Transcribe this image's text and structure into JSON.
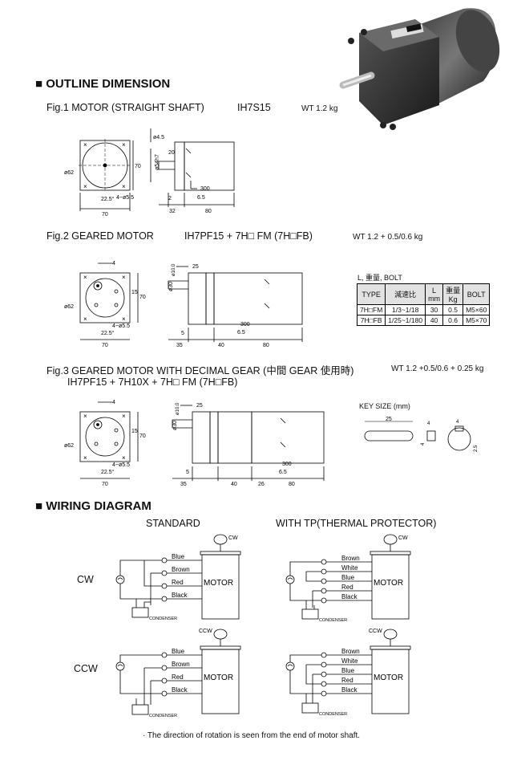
{
  "sections": {
    "outline": "■ OUTLINE DIMENSION",
    "wiring": "■ WIRING DIAGRAM"
  },
  "fig1": {
    "title": "Fig.1 MOTOR (STRAIGHT SHAFT)",
    "model": "IH7S15",
    "weight": "WT 1.2 kg",
    "dims": {
      "d62": "ø62",
      "w70": "70",
      "h70": "70",
      "bolt": "4−ø5.5",
      "ang": "22.5°",
      "shaft": "ø54h7",
      "d2": "2",
      "d32": "32",
      "d80": "80",
      "l20": "20",
      "l300": "300",
      "l65": "6.5",
      "phi": "ø4.5"
    }
  },
  "fig2": {
    "title": "Fig.2 GEARED MOTOR",
    "model": "IH7PF15 + 7H□ FM (7H□FB)",
    "weight": "WT 1.2 + 0.5/0.6 kg",
    "dims": {
      "d62": "ø62",
      "w70": "70",
      "h70": "70",
      "bolt": "4−ø5.5",
      "ang": "22.5°",
      "four": "4",
      "fifteen": "15",
      "l25": "25",
      "d30": "ø30",
      "d10": "ø10.0",
      "l5": "5",
      "l35": "35",
      "l40": "40",
      "l80": "80",
      "l300": "300",
      "l65": "6.5"
    }
  },
  "fig3": {
    "title": "Fig.3 GEARED MOTOR WITH DECIMAL GEAR (中間 GEAR 使用時)",
    "model": "IH7PF15 + 7H10X + 7H□ FM (7H□FB)",
    "weight": "WT  1.2 +0.5/0.6 + 0.25 kg",
    "dims": {
      "d62": "ø62",
      "w70": "70",
      "h70": "70",
      "bolt": "4−ø5.5",
      "ang": "22.5°",
      "four": "4",
      "fifteen": "15",
      "l25": "25",
      "d30": "ø30",
      "d10": "ø10.0",
      "l5": "5",
      "l35": "35",
      "l40": "40",
      "l26": "26",
      "l80": "80",
      "l300": "300",
      "l65": "6.5"
    }
  },
  "bolt_table": {
    "caption": "L, 重量, BOLT",
    "headers": [
      "TYPE",
      "減速比",
      "L\nmm",
      "重量\nKg",
      "BOLT"
    ],
    "rows": [
      [
        "7H□FM",
        "1/3~1/18",
        "30",
        "0.5",
        "M5×60"
      ],
      [
        "7H□FB",
        "1/25~1/180",
        "40",
        "0.6",
        "M5×70"
      ]
    ]
  },
  "key_size": {
    "title": "KEY SIZE (mm)",
    "l25": "25",
    "w4": "4",
    "h4": "4",
    "d25": "2.5"
  },
  "wiring": {
    "standard": "STANDARD",
    "tp": "WITH TP(THERMAL PROTECTOR)",
    "cw": "CW",
    "ccw": "CCW",
    "motor": "MOTOR",
    "condenser": "CONDENSER",
    "std_wires": [
      "Blue",
      "Brown",
      "Red",
      "Black"
    ],
    "tp_wires": [
      "Brown",
      "White",
      "Blue",
      "Red",
      "Black"
    ]
  },
  "footnote": "· The direction of rotation is seen from the end of motor shaft."
}
